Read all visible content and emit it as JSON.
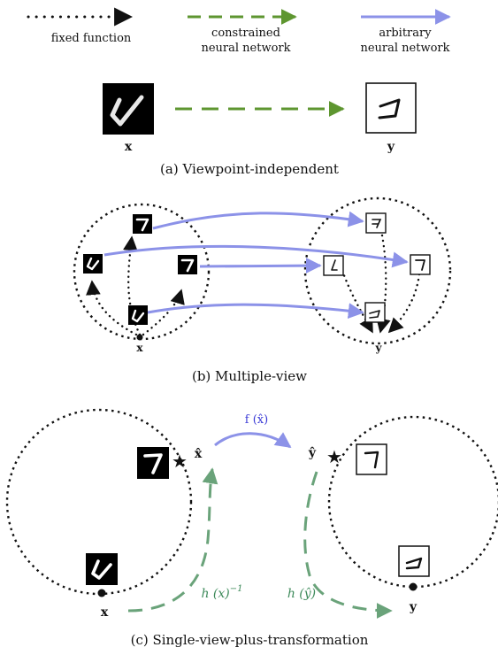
{
  "legend": {
    "fixed_function": "fixed function",
    "constrained_line1": "constrained",
    "constrained_line2": "neural network",
    "arbitrary_line1": "arbitrary",
    "arbitrary_line2": "neural network"
  },
  "panel_a": {
    "x_label": "x",
    "y_label": "y",
    "caption": "(a) Viewpoint-independent"
  },
  "panel_b": {
    "x_label": "x",
    "y_label": "y",
    "caption": "(b) Multiple-view"
  },
  "panel_c": {
    "x_label": "x",
    "y_label": "y",
    "xhat_label": "x̂",
    "yhat_label": "ŷ",
    "f_label": "f (x̂)",
    "hx_label": "h (x)",
    "hx_exp": "−1",
    "hy_label": "h (ŷ)",
    "caption": "(c) Single-view-plus-transformation"
  },
  "colors": {
    "blue": "#8c92e8",
    "green_constrained": "#5e9630",
    "green_dashed": "#6aa37a",
    "black": "#111111"
  }
}
